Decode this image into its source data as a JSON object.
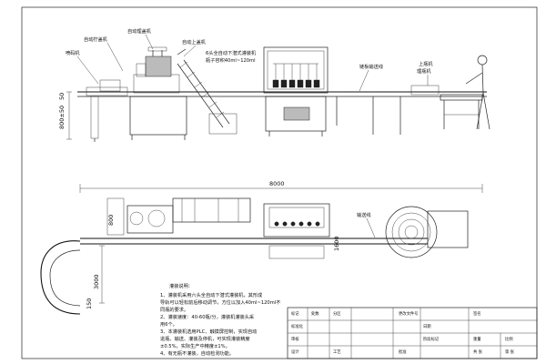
{
  "elevation_labels": {
    "auto_capper": "自动拧盖机",
    "auto_cap_sorter": "自动理盖机",
    "auto_cap_loader": "自动上盖机",
    "inkjet_printer": "喷码机",
    "filler_name": "6头全自动下潜式灌装机",
    "bottle_volume": "瓶子容积40ml~120ml",
    "chain_conveyor": "链板输送线",
    "bottle_loading_line": "上瓶机",
    "bottle_loading_line_2": "理瓶机"
  },
  "elevation_dims": {
    "height": "800±50",
    "height_2": "50"
  },
  "plan_labels": {
    "conveyor": "输送线"
  },
  "plan_dims": {
    "overall_length": "8000",
    "width": "800",
    "curve_width": "3000",
    "curve_radius": "150",
    "line_width": "1600"
  },
  "notes": {
    "title": "灌装说明：",
    "lines": [
      "1、灌装机采用六头全自动下潜式灌装机，其形成",
      "   导轨可以轻松前后移动调节，方位以加入40ml~120ml不",
      "   同瓶的要求。",
      "2、灌装速度：40-60瓶/分，灌装机灌装头采",
      "   用6个。",
      "3、本灌装机选用PLC、触摸屏控制，实现自动",
      "   进瓶、输送、灌装及停机，可实现灌装精度",
      "   ±0.5%，实际生产中精度±1%。",
      "4、有无瓶不灌装，自动检测功能。"
    ]
  },
  "title_block": {
    "standard": "标准化",
    "check": "审核",
    "design": "设计",
    "process": "工艺",
    "approve": "批准",
    "mark": "标记",
    "count": "处数",
    "partition": "分区",
    "file_no": "更改文件号",
    "sign": "签名",
    "date": "日期",
    "stage": "阶段标记",
    "weight": "重量",
    "scale": "比例",
    "sheet_total": "共 张",
    "sheet_no": "第 张"
  }
}
